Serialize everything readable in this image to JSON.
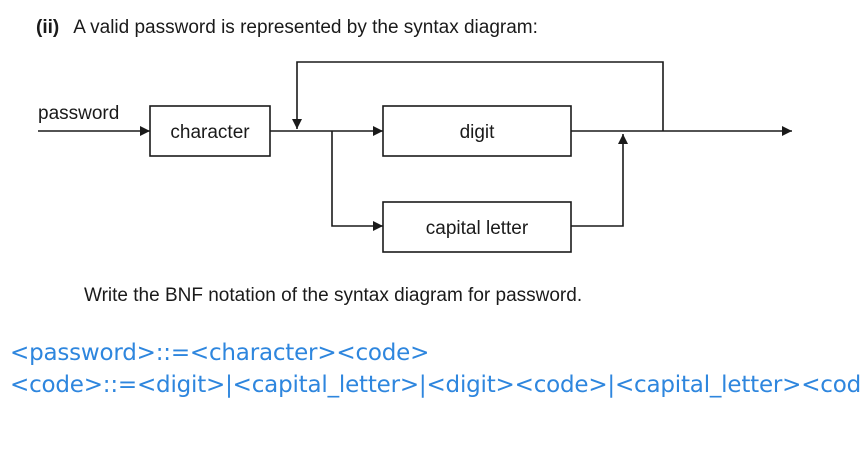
{
  "question": {
    "number": "(ii)",
    "text": "A valid password is represented by the syntax diagram:"
  },
  "diagram": {
    "entry_label": "password",
    "boxes": {
      "character": "character",
      "digit": "digit",
      "capital_letter": "capital letter"
    }
  },
  "instruction": "Write the BNF notation of the syntax diagram for password.",
  "answer": {
    "line1": "<password>::=<character><code>",
    "line2": "<code>::=<digit>|<capital_letter>|<digit><code>|<capital_letter><code>"
  }
}
